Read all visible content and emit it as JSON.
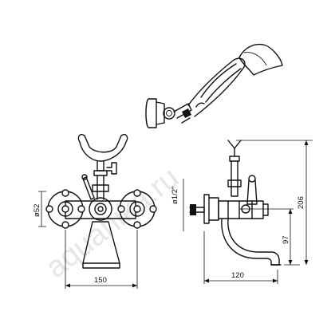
{
  "dimensions": {
    "outlet_diameter": "ø52",
    "inlet_thread": "ø1/2\"",
    "center_distance": "150",
    "spout_reach": "120",
    "spout_height": "97",
    "total_height": "206"
  },
  "watermark": "aquanika.ru"
}
